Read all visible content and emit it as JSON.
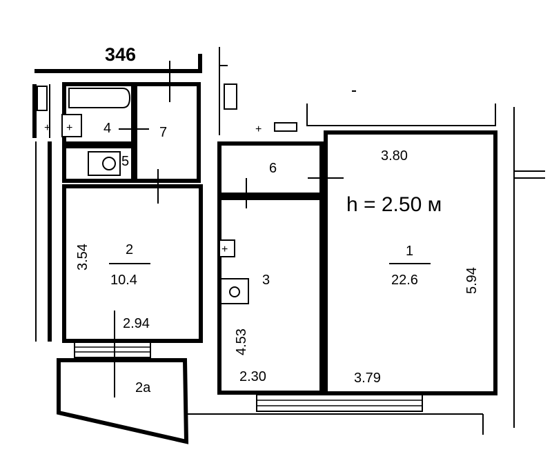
{
  "plan": {
    "title": "346",
    "ceiling_height": "h = 2.50 м",
    "rooms": [
      {
        "id": "1",
        "area": "22.6",
        "dims": [
          "3.80",
          "5.94",
          "3.79"
        ]
      },
      {
        "id": "2",
        "area": "10.4",
        "dims": [
          "3.54",
          "2.94"
        ]
      },
      {
        "id": "2a"
      },
      {
        "id": "3",
        "dims": [
          "4.53",
          "2.30"
        ]
      },
      {
        "id": "4"
      },
      {
        "id": "5"
      },
      {
        "id": "6"
      },
      {
        "id": "7"
      }
    ],
    "labels": {
      "r1": "1",
      "r1_area": "22.6",
      "r1_top": "3.80",
      "r1_side": "5.94",
      "r1_bottom": "3.79",
      "r2": "2",
      "r2_area": "10.4",
      "r2_side": "3.54",
      "r2_bottom": "2.94",
      "r2a": "2a",
      "r3": "3",
      "r3_side": "4.53",
      "r3_bottom": "2.30",
      "r4": "4",
      "r5": "5",
      "r6": "6",
      "r7": "7"
    }
  }
}
